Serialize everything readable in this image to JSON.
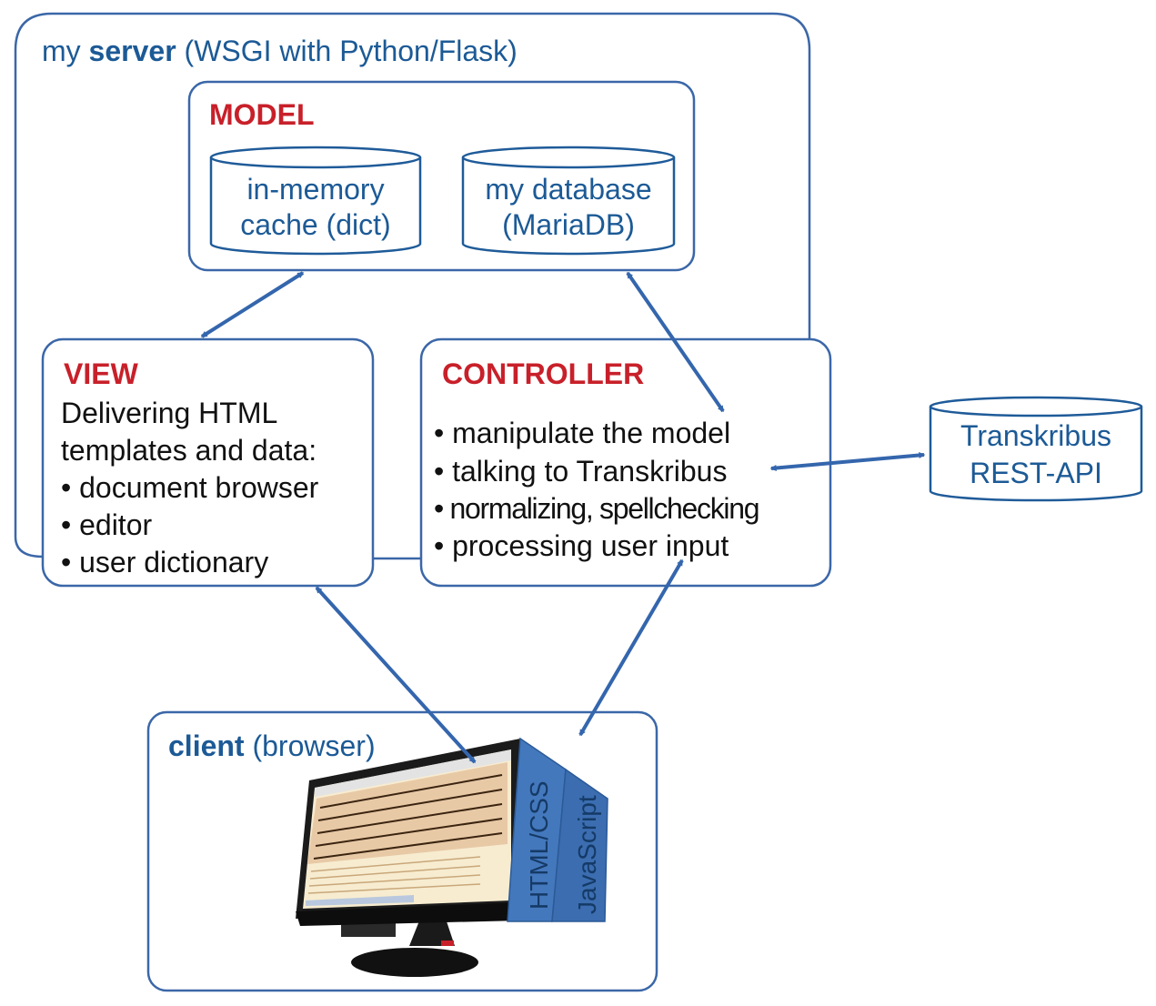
{
  "server": {
    "prefix": "my ",
    "bold": "server",
    "suffix": " (WSGI with Python/Flask)"
  },
  "model": {
    "title": "MODEL",
    "cache": {
      "line1": "in-memory",
      "line2": "cache (dict)"
    },
    "database": {
      "line1": "my database",
      "line2": "(MariaDB)"
    }
  },
  "view": {
    "title": "VIEW",
    "intro1": "Delivering HTML",
    "intro2": "templates and data:",
    "items": [
      "document browser",
      "editor",
      "user dictionary"
    ]
  },
  "controller": {
    "title": "CONTROLLER",
    "items": [
      "manipulate the model",
      "talking to Transkribus",
      "normalizing, spellchecking",
      "processing user input"
    ]
  },
  "transkribus": {
    "line1": "Transkribus",
    "line2": "REST-API"
  },
  "client": {
    "bold": "client",
    "suffix": " (browser)",
    "panel1": "HTML/CSS",
    "panel2": "JavaScript"
  },
  "colors": {
    "blue_text": "#1c5a96",
    "red_title": "#c8202a",
    "box_stroke": "#3b67a8",
    "arrow": "#3466ad"
  }
}
